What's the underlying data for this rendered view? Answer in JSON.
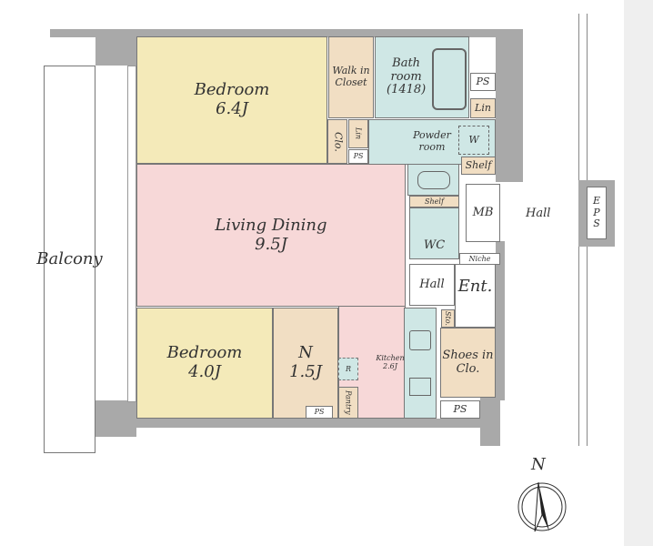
{
  "rooms": {
    "bedroom1": "Bedroom\n6.4J",
    "walk_in_closet": "Walk in\nCloset",
    "bathroom": "Bath\nroom\n(1418)",
    "ps1": "PS",
    "lin1": "Lin",
    "clo": "Clo.",
    "lin2": "Lin",
    "ps2": "PS",
    "powder_room": "Powder\nroom",
    "w": "W",
    "shelf1": "Shelf",
    "living_dining": "Living Dining\n9.5J",
    "shelf2": "Shelf",
    "wc": "WC",
    "mb": "MB",
    "niche": "Niche",
    "hall_inner": "Hall",
    "entrance": "Ent.",
    "storage": "Sto.",
    "shoes_closet": "Shoes in\nClo.",
    "ps3": "PS",
    "kitchen": "Kitchen\n2.6J",
    "refrigerator": "R",
    "pantry": "Pantry",
    "bedroom2": "Bedroom\n4.0J",
    "n_room": "N\n1.5J",
    "ps4": "PS",
    "balcony": "Balcony",
    "hall_outer": "Hall",
    "eps": "E\nP\nS"
  },
  "compass": {
    "label": "N"
  }
}
